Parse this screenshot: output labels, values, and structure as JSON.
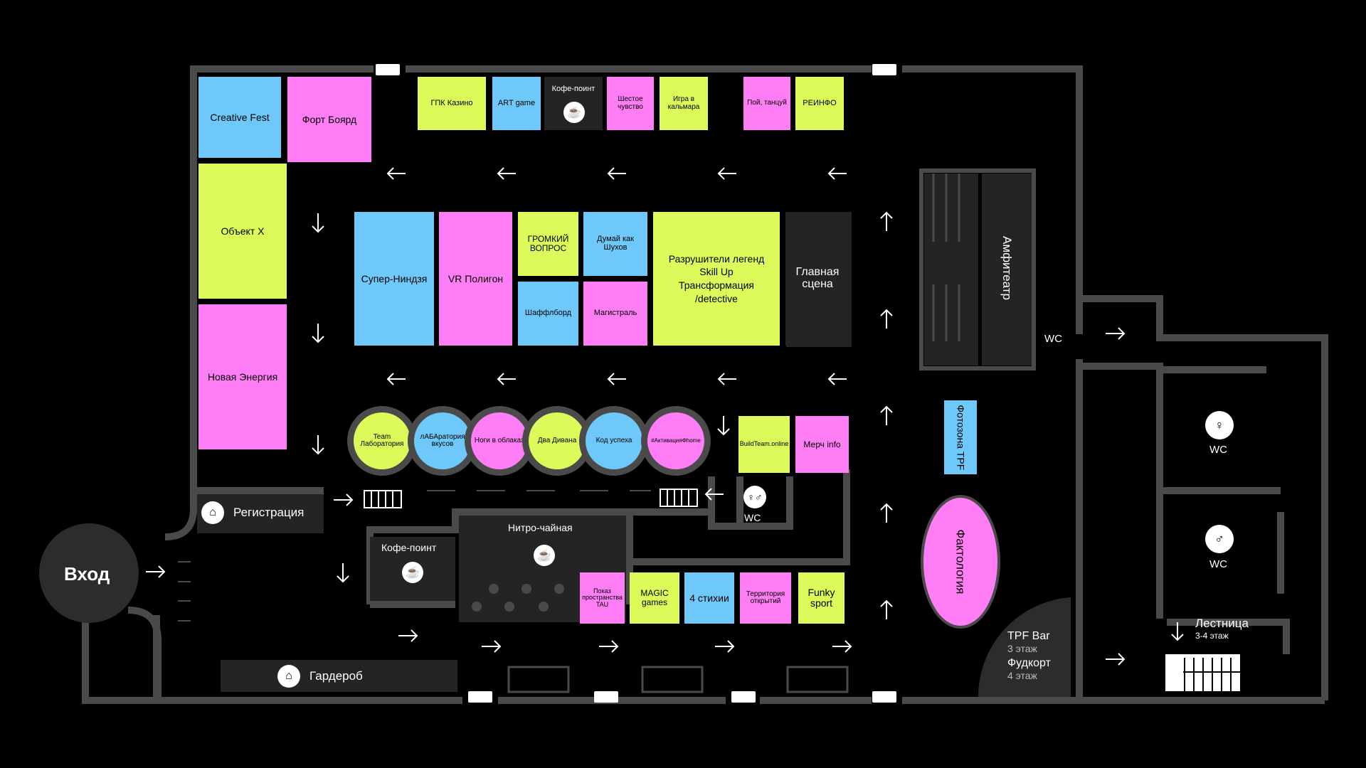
{
  "colors": {
    "blue": "#6ec8fa",
    "pink": "#ff7ef5",
    "lime": "#dcfa5a",
    "dark": "#242424",
    "wall": "#4a4a4a",
    "bg": "#000000"
  },
  "entrance": "Вход",
  "registration": "Регистрация",
  "cloakroom": "Гардероб",
  "coffee_top": "Кофе-поинт",
  "coffee_bottom": "Кофе-поинт",
  "nitro": "Нитро-чайная",
  "main_stage": "Главная сцена",
  "amphitheatre": "Амфитеатр",
  "photozone": "Фотозона TPF",
  "factology": "Фактология",
  "wc": "WC",
  "stairs": {
    "title": "Лестница",
    "sub": "3-4 этаж"
  },
  "bar": {
    "t1": "TPF Bar",
    "s1": "3 этаж",
    "t2": "Фудкорт",
    "s2": "4 этаж"
  },
  "left_column": {
    "creative": "Creative Fest",
    "fort": "Форт Боярд",
    "objx": "Объект X",
    "energy": "Новая Энергия"
  },
  "top_row": {
    "gpk": "ГПК Казино",
    "art": "ART game",
    "sixth": "Шестое чувство",
    "squid": "Игра в кальмара",
    "dance": "Пой, танцуй",
    "reinfo": "РЕИНФО"
  },
  "center": {
    "ninja": "Супер-Ниндзя",
    "vr": "VR Полигон",
    "loud": "ГРОМКИЙ ВОПРОС",
    "shukhov": "Думай как Шухов",
    "shuffle": "Шаффлборд",
    "magistral": "Магистраль",
    "legends": [
      "Разрушители легенд",
      "Skill Up",
      "Трансформация",
      "/detective"
    ]
  },
  "circles": [
    "Team Лаборатория",
    "лАБАратория вкусов",
    "Ноги в облаках",
    "Два Дивана",
    "Код успеха",
    "#АктивацияФhome"
  ],
  "right_small": {
    "buildteam": "BuildTeam.online",
    "merch": "Мерч info"
  },
  "bottom_row": {
    "tau": "Показ пространства TAU",
    "magic": "MAGIC games",
    "elements": "4 стихии",
    "territory": "Территория открытий",
    "funky": "Funky sport"
  }
}
